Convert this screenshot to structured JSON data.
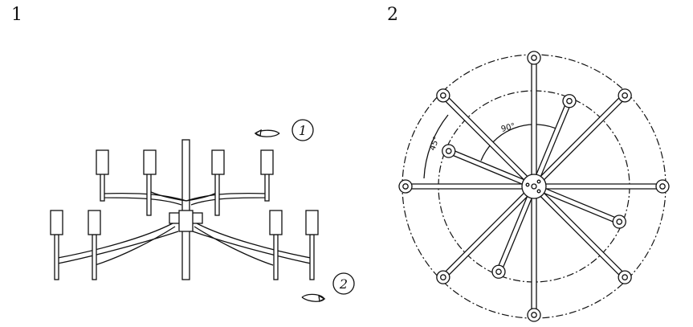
{
  "figures": [
    {
      "label": "1"
    },
    {
      "label": "2"
    }
  ],
  "steps": [
    {
      "label": "1"
    },
    {
      "label": "2"
    }
  ],
  "angles": [
    {
      "label": "90°"
    },
    {
      "label": "45°"
    }
  ]
}
